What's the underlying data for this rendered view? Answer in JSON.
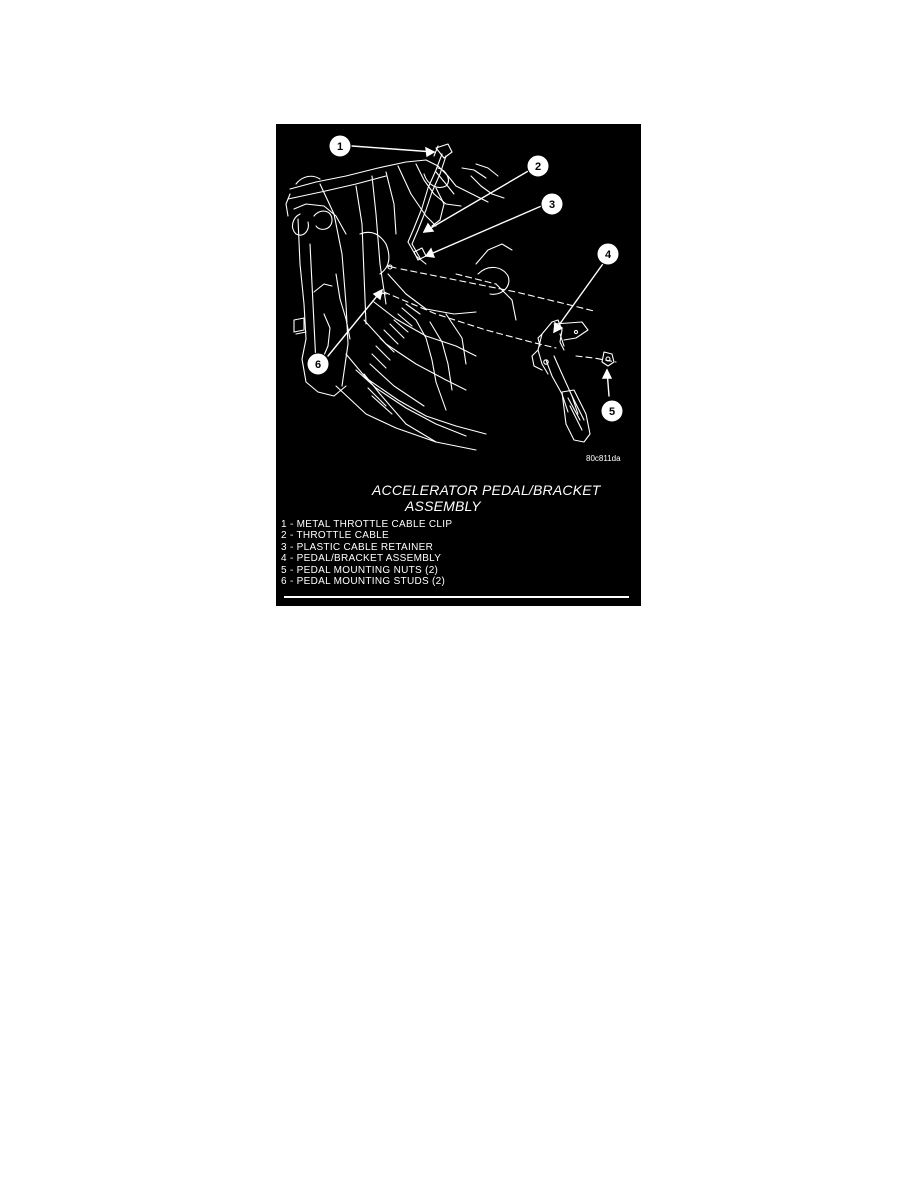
{
  "figure": {
    "code": "80c811da",
    "caption_line1": "ACCELERATOR PEDAL/BRACKET",
    "caption_line2": "ASSEMBLY",
    "callouts": [
      "1",
      "2",
      "3",
      "4",
      "5",
      "6"
    ],
    "legend": [
      "1 - METAL THROTTLE CABLE CLIP",
      "2 - THROTTLE CABLE",
      "3 - PLASTIC CABLE RETAINER",
      "4 - PEDAL/BRACKET ASSEMBLY",
      "5 - PEDAL MOUNTING NUTS (2)",
      "6 - PEDAL MOUNTING STUDS (2)"
    ],
    "colors": {
      "background": "#000000",
      "ink": "#ffffff"
    }
  }
}
